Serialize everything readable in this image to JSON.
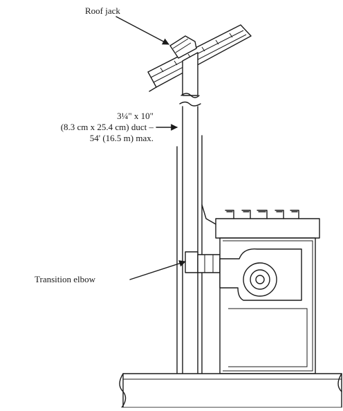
{
  "labels": {
    "roof_jack": "Roof jack",
    "duct_line1": "3¼\" x 10\"",
    "duct_line2": "(8.3 cm x 25.4 cm) duct –",
    "duct_line3": "54' (16.5 m) max.",
    "transition_elbow": "Transition elbow"
  }
}
